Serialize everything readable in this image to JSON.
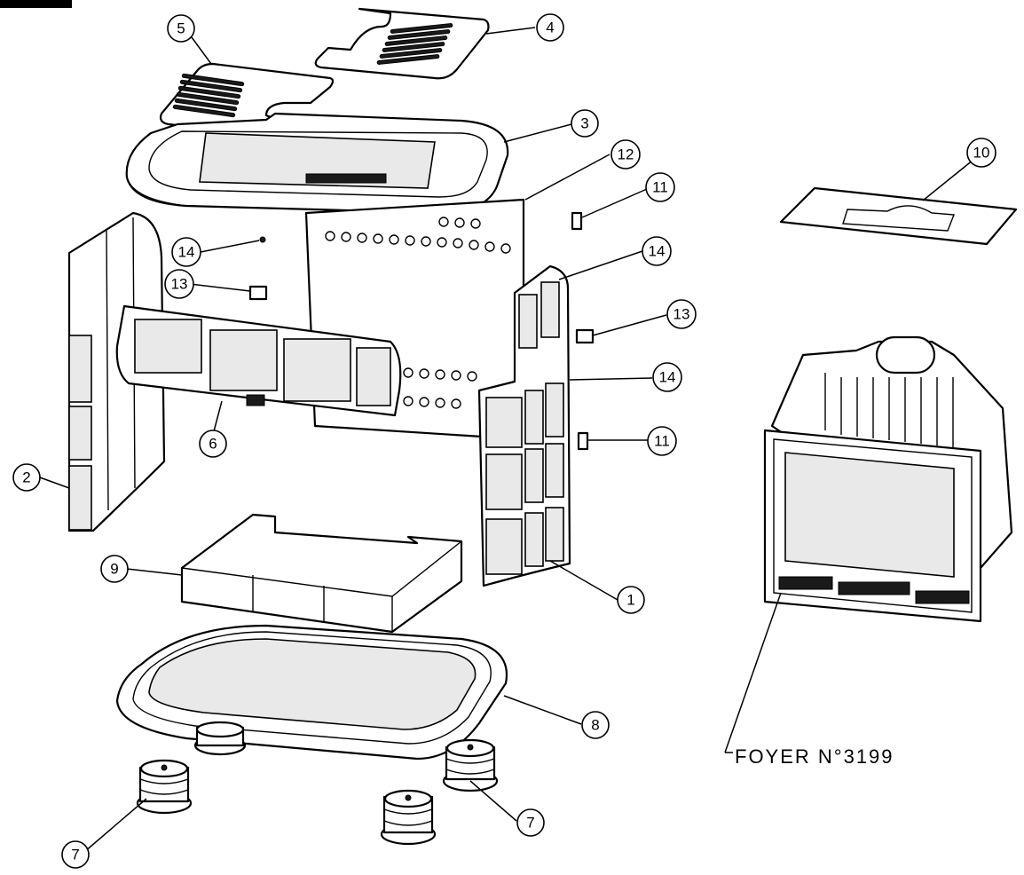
{
  "diagram": {
    "callouts": [
      {
        "id": "c1",
        "number": "1"
      },
      {
        "id": "c2",
        "number": "2"
      },
      {
        "id": "c3",
        "number": "3"
      },
      {
        "id": "c4",
        "number": "4"
      },
      {
        "id": "c5",
        "number": "5"
      },
      {
        "id": "c6",
        "number": "6"
      },
      {
        "id": "c7a",
        "number": "7"
      },
      {
        "id": "c7b",
        "number": "7"
      },
      {
        "id": "c8",
        "number": "8"
      },
      {
        "id": "c9",
        "number": "9"
      },
      {
        "id": "c10",
        "number": "10"
      },
      {
        "id": "c11a",
        "number": "11"
      },
      {
        "id": "c11b",
        "number": "11"
      },
      {
        "id": "c12",
        "number": "12"
      },
      {
        "id": "c13a",
        "number": "13"
      },
      {
        "id": "c13b",
        "number": "13"
      },
      {
        "id": "c14a",
        "number": "14"
      },
      {
        "id": "c14b",
        "number": "14"
      },
      {
        "id": "c14c",
        "number": "14"
      }
    ],
    "foyer_label": "FOYER N°3199"
  }
}
